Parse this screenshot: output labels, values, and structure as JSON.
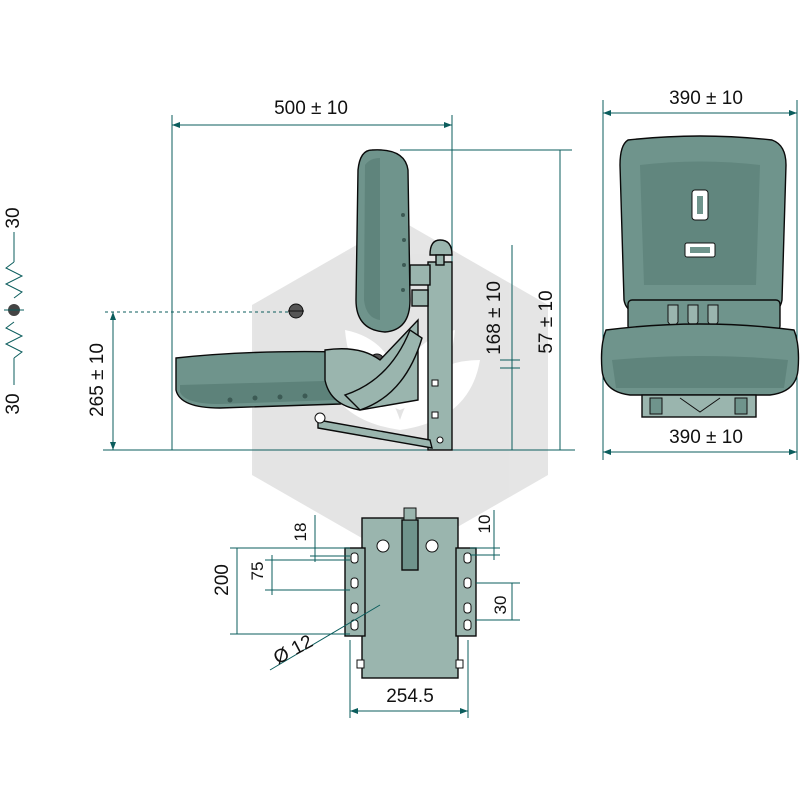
{
  "drawing": {
    "colors": {
      "seat": "#6f948c",
      "metal": "#9ab5ae",
      "dimension_line": "#0b5d5d",
      "watermark": "#c9c9c9"
    },
    "watermark": {
      "kind": "logo"
    },
    "side_view": {
      "width_label": "500 ± 10",
      "seat_height_label": "265 ± 10",
      "adjust_label": "168 ± 10",
      "backrest_label": "57 ± 10",
      "travel_up_label": "30",
      "travel_down_label": "30"
    },
    "front_view": {
      "top_width_label": "390 ± 10",
      "bottom_width_label": "390 ± 10"
    },
    "bracket_view": {
      "height_label": "200",
      "slot_spacing_label": "75",
      "top_offset_label": "18",
      "edge_label": "10",
      "slot_label": "30",
      "hole_label": "Ø 12",
      "width_label": "254.5"
    }
  }
}
